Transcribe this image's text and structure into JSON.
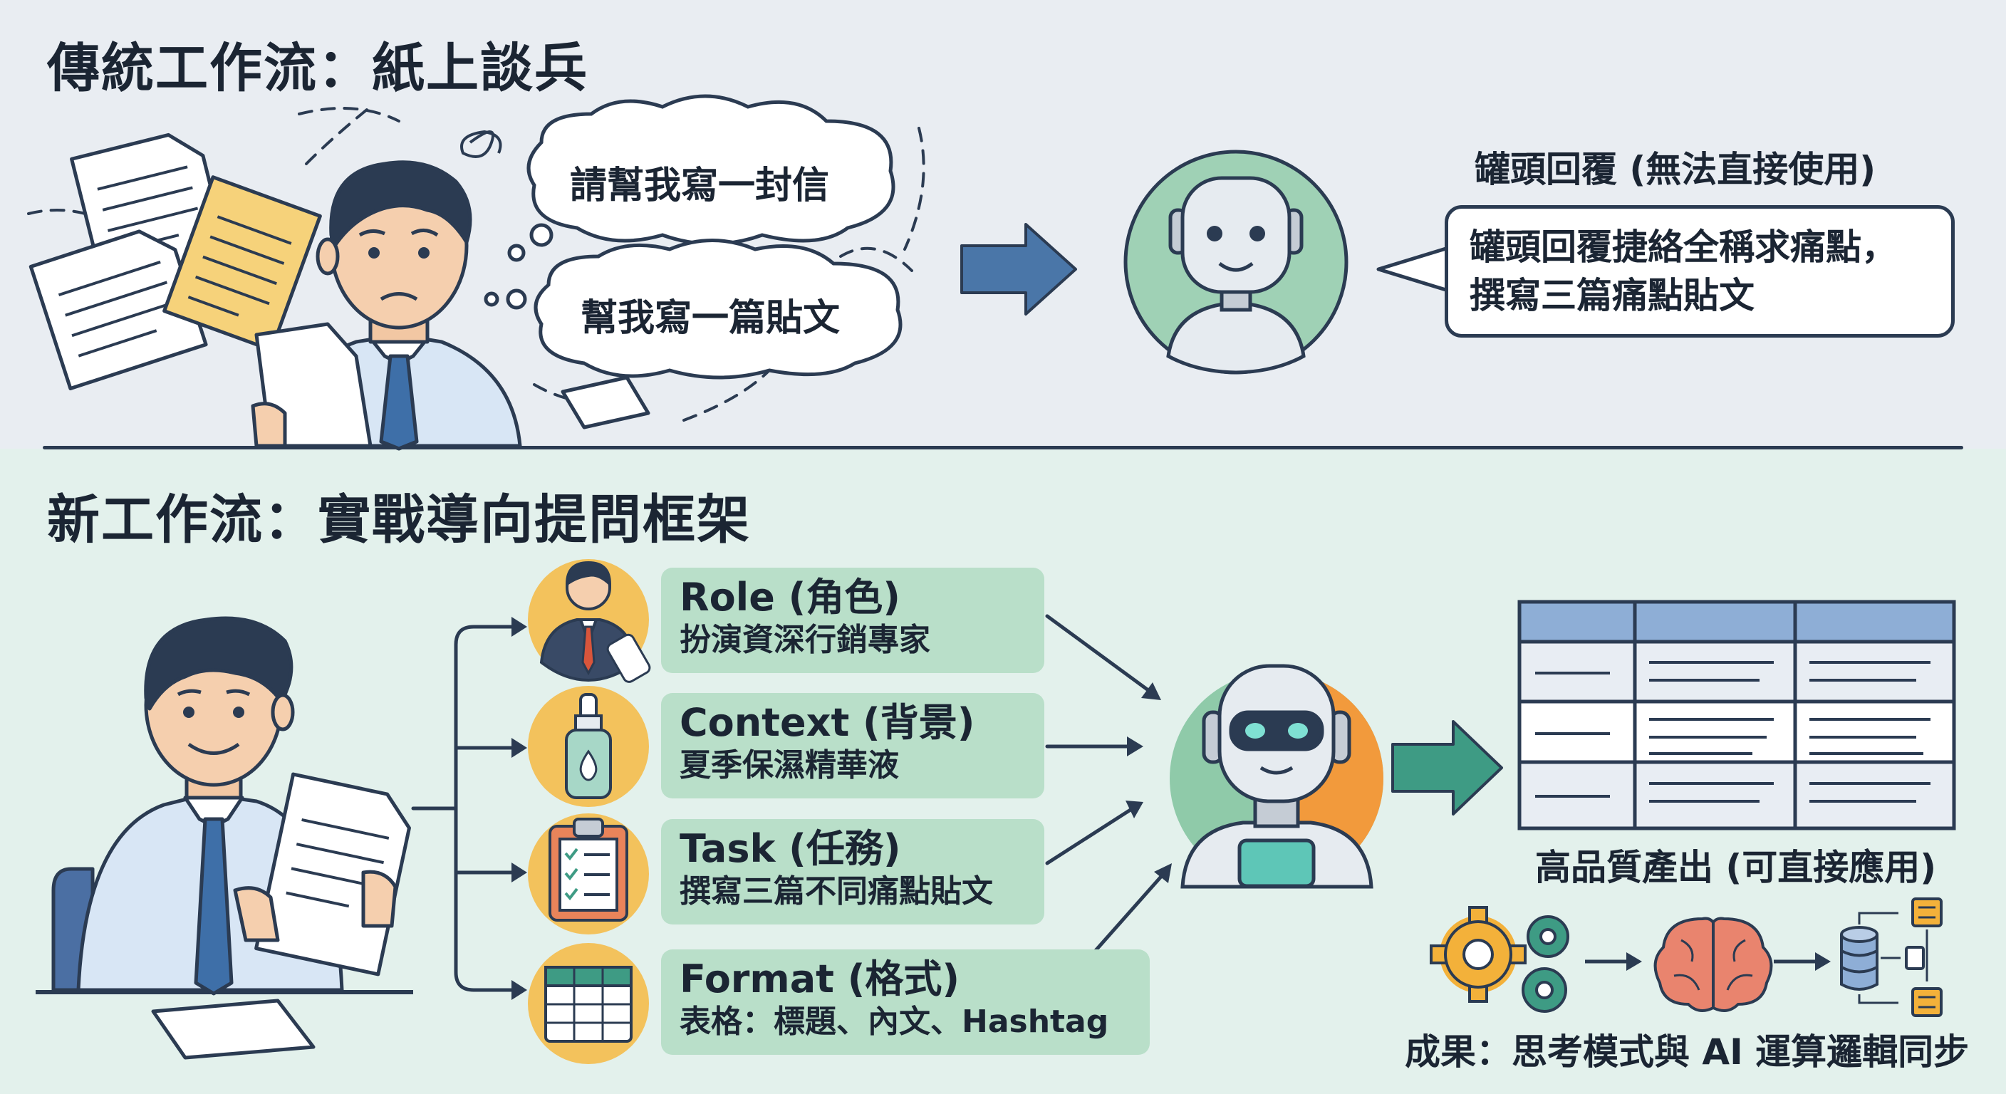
{
  "traditional": {
    "title": "傳統工作流：紙上談兵",
    "prompt_1": "請幫我寫一封信",
    "prompt_2": "幫我寫一篇貼文",
    "response_label": "罐頭回覆 (無法直接使用)",
    "response_lines": [
      "罐頭回覆捷絡全稱求痛點，",
      "撰寫三篇痛點貼文"
    ]
  },
  "framework": {
    "title": "新工作流：實戰導向提問框架",
    "items": [
      {
        "name": "Role (角色)",
        "desc": "扮演資深行銷專家",
        "icon": "businessman-icon"
      },
      {
        "name": "Context (背景)",
        "desc": "夏季保濕精華液",
        "icon": "serum-bottle-icon"
      },
      {
        "name": "Task (任務)",
        "desc": "撰寫三篇不同痛點貼文",
        "icon": "clipboard-checklist-icon"
      },
      {
        "name": "Format (格式)",
        "desc": "表格：標題、內文、Hashtag",
        "icon": "table-icon"
      }
    ],
    "output_label": "高品質產出 (可直接應用)",
    "result_label": "成果：思考模式與 AI 運算邏輯同步"
  },
  "colors": {
    "top_bg": "#e9edf2",
    "bottom_bg": "#e3f1ec",
    "card_bg": "#b9dfc9",
    "arrow_blue": "#4a76a8",
    "arrow_teal": "#3e9b84",
    "icon_circle": "#f3c25c",
    "robot_orange": "#f29a3c"
  }
}
